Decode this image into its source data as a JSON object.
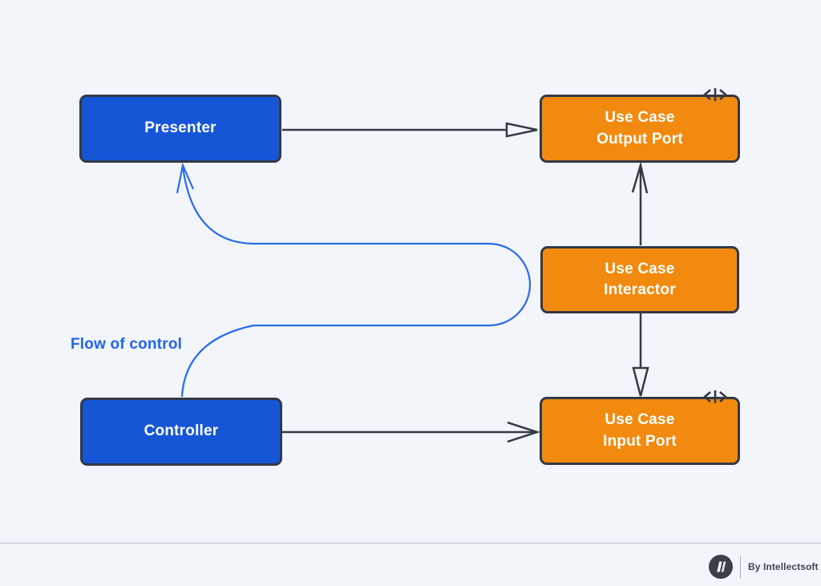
{
  "diagram": {
    "colors": {
      "background": "#f2f5f9",
      "node_blue": "#1656d6",
      "node_orange": "#f28a0f",
      "node_border": "#323a46",
      "node_text": "#ffffff",
      "connector_dark": "#323a46",
      "flow_blue": "#2b6cec",
      "flow_label_blue": "#2563eb"
    },
    "nodes": [
      {
        "id": "presenter",
        "label": "Presenter",
        "kind": "blue"
      },
      {
        "id": "use-case-output-port",
        "label": "Use Case\nOutput Port",
        "kind": "orange",
        "corner_icon": "interface-io-icon"
      },
      {
        "id": "use-case-interactor",
        "label": "Use Case\nInteractor",
        "kind": "orange"
      },
      {
        "id": "controller",
        "label": "Controller",
        "kind": "blue"
      },
      {
        "id": "use-case-input-port",
        "label": "Use Case\nInput Port",
        "kind": "orange",
        "corner_icon": "interface-io-icon"
      }
    ],
    "edges": [
      {
        "from": "presenter",
        "to": "use-case-output-port",
        "style": "solid-dark",
        "head": "hollow-triangle"
      },
      {
        "from": "controller",
        "to": "use-case-input-port",
        "style": "solid-dark",
        "head": "open-arrow"
      },
      {
        "from": "use-case-interactor",
        "to": "use-case-output-port",
        "style": "solid-dark",
        "head": "open-arrow"
      },
      {
        "from": "use-case-interactor",
        "to": "use-case-input-port",
        "style": "solid-dark",
        "head": "hollow-triangle"
      },
      {
        "from": "controller",
        "to": "presenter",
        "style": "curved-blue",
        "head": "open-arrow",
        "label": "Flow of control"
      }
    ],
    "annotations": {
      "flow_label": "Flow of control"
    },
    "icons": {
      "interface_io_glyph": "<|>"
    }
  },
  "footer": {
    "brand": "By Intellectsoft",
    "logo": "intellectsoft-logo"
  }
}
